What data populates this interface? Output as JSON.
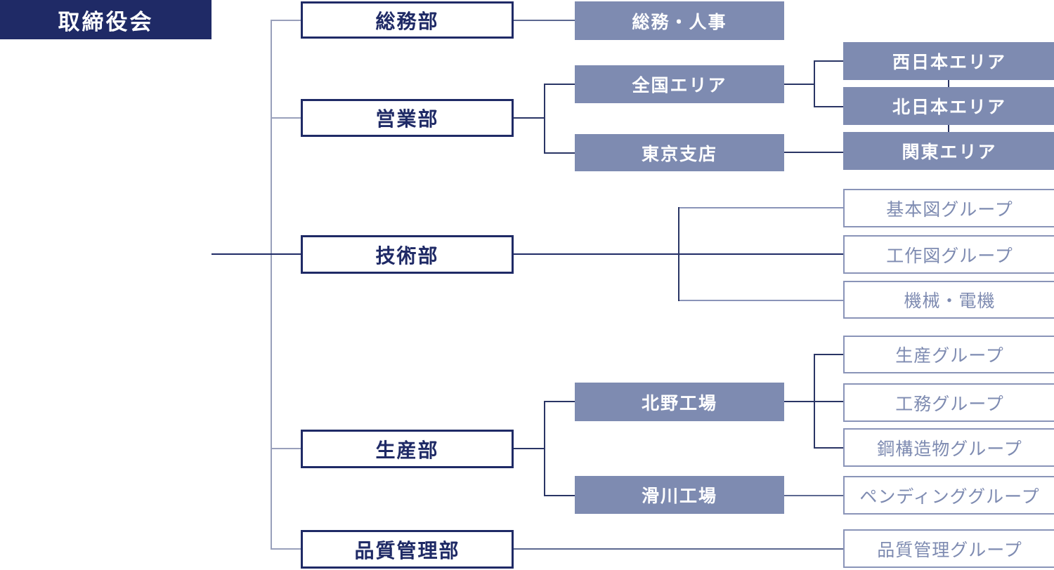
{
  "org": {
    "root": {
      "label": "取締役会",
      "children": [
        {
          "label": "総務部",
          "children": [
            {
              "label": "総務・人事"
            }
          ]
        },
        {
          "label": "営業部",
          "children": [
            {
              "label": "全国エリア",
              "children": [
                {
                  "label": "西日本エリア"
                },
                {
                  "label": "北日本エリア"
                }
              ]
            },
            {
              "label": "東京支店",
              "children": [
                {
                  "label": "関東エリア"
                }
              ]
            }
          ]
        },
        {
          "label": "技術部",
          "children": [
            {
              "label": "基本図グループ"
            },
            {
              "label": "工作図グループ"
            },
            {
              "label": "機械・電機"
            }
          ]
        },
        {
          "label": "生産部",
          "children": [
            {
              "label": "北野工場",
              "children": [
                {
                  "label": "生産グループ"
                },
                {
                  "label": "工務グループ"
                },
                {
                  "label": "鋼構造物グループ"
                }
              ]
            },
            {
              "label": "滑川工場",
              "children": [
                {
                  "label": "ペンディンググループ"
                }
              ]
            }
          ]
        },
        {
          "label": "品質管理部",
          "children": [
            {
              "label": "品質管理グループ"
            }
          ]
        }
      ]
    }
  },
  "colors": {
    "root_box_bg": "#1f2a66",
    "dept_border": "#1f2a66",
    "filled_box_bg": "#7e8bb1",
    "group_border": "#8a94b8",
    "group_text": "#7e8bb1",
    "trunk_line": "#99a0bb",
    "connector_line": "#2a3565"
  }
}
